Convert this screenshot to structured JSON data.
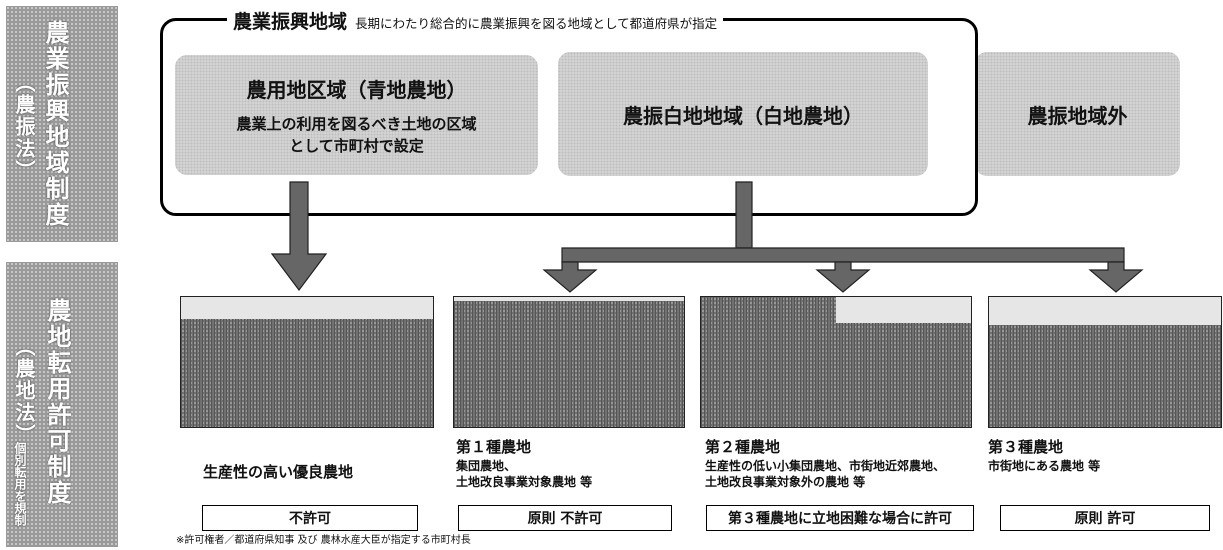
{
  "sidebar": {
    "top": {
      "main": "農業振興地域制度",
      "law": "（農振法）"
    },
    "bottom": {
      "main": "農地転用許可制度",
      "law": "（農地法）",
      "sub": "個別転用を規制"
    }
  },
  "frame": {
    "title": "農業振興地域",
    "subtitle": "長期にわたり総合的に農業振興を図る地域として都道府県が指定"
  },
  "zones": {
    "aochi": {
      "title": "農用地区域（青地農地）",
      "desc1": "農業上の利用を図るべき土地の区域",
      "desc2": "として市町村で設定"
    },
    "shirochi": {
      "title": "農振白地地域（白地農地）"
    },
    "outside": {
      "title": "農振地域外"
    }
  },
  "categories": [
    {
      "heading": "",
      "text": "生産性の高い優良農地",
      "rule": "不許可"
    },
    {
      "heading": "第１種農地",
      "line1": "集団農地、",
      "line2": "土地改良事業対象農地 等",
      "rule": "原則 不許可"
    },
    {
      "heading": "第２種農地",
      "line1": "生産性の低い小集団農地、市街地近郊農地、",
      "line2": "土地改良事業対象外の農地 等",
      "rule": "第３種農地に立地困難な場合に許可"
    },
    {
      "heading": "第３種農地",
      "line1": "市街地にある農地 等",
      "rule": "原則 許可"
    }
  ],
  "footnote": "※許可権者／都道府県知事 及び 農林水産大臣が指定する市町村長",
  "colors": {
    "box_fill": "#d8d8d8",
    "arrow": "#666666",
    "sidebar": "#9a9a9a"
  }
}
